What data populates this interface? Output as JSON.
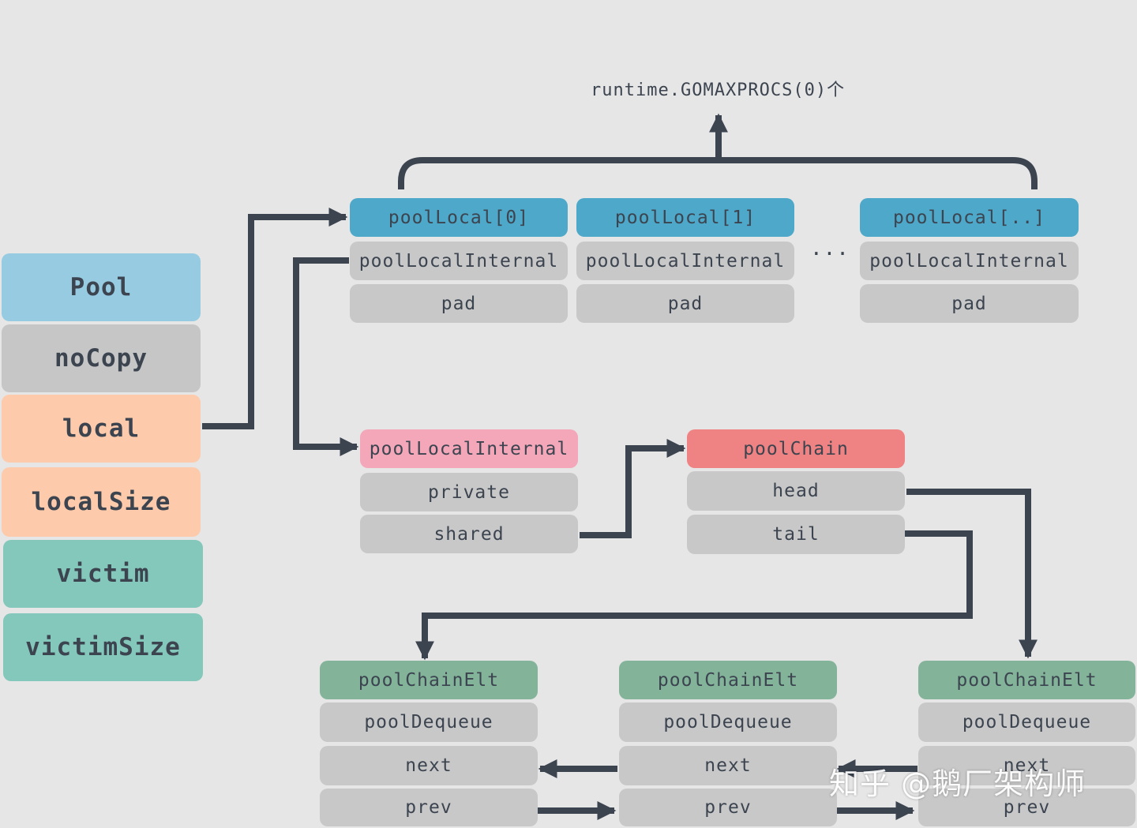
{
  "title": "runtime.GOMAXPROCS(0)个",
  "ellipsis": "...",
  "pool": {
    "fields": [
      "Pool",
      "noCopy",
      "local",
      "localSize",
      "victim",
      "victimSize"
    ]
  },
  "pool_locals": [
    {
      "header": "poolLocal[0]",
      "internal": "poolLocalInternal",
      "pad": "pad"
    },
    {
      "header": "poolLocal[1]",
      "internal": "poolLocalInternal",
      "pad": "pad"
    },
    {
      "header": "poolLocal[..]",
      "internal": "poolLocalInternal",
      "pad": "pad"
    }
  ],
  "pool_local_internal": {
    "header": "poolLocalInternal",
    "private": "private",
    "shared": "shared"
  },
  "pool_chain": {
    "header": "poolChain",
    "head": "head",
    "tail": "tail"
  },
  "chain_elts": [
    {
      "header": "poolChainElt",
      "dequeue": "poolDequeue",
      "next": "next",
      "prev": "prev"
    },
    {
      "header": "poolChainElt",
      "dequeue": "poolDequeue",
      "next": "next",
      "prev": "prev"
    },
    {
      "header": "poolChainElt",
      "dequeue": "poolDequeue",
      "next": "next",
      "prev": "prev"
    }
  ],
  "watermark": "知乎 @鹅厂架构师",
  "colors": {
    "line": "#3c4450",
    "background": "#e6e6e6",
    "header_blue": "#4ea8c9",
    "header_pink": "#f3a7b9",
    "header_red": "#ef8282",
    "header_green": "#83b49a",
    "cell_gray": "#c8c8c8"
  }
}
